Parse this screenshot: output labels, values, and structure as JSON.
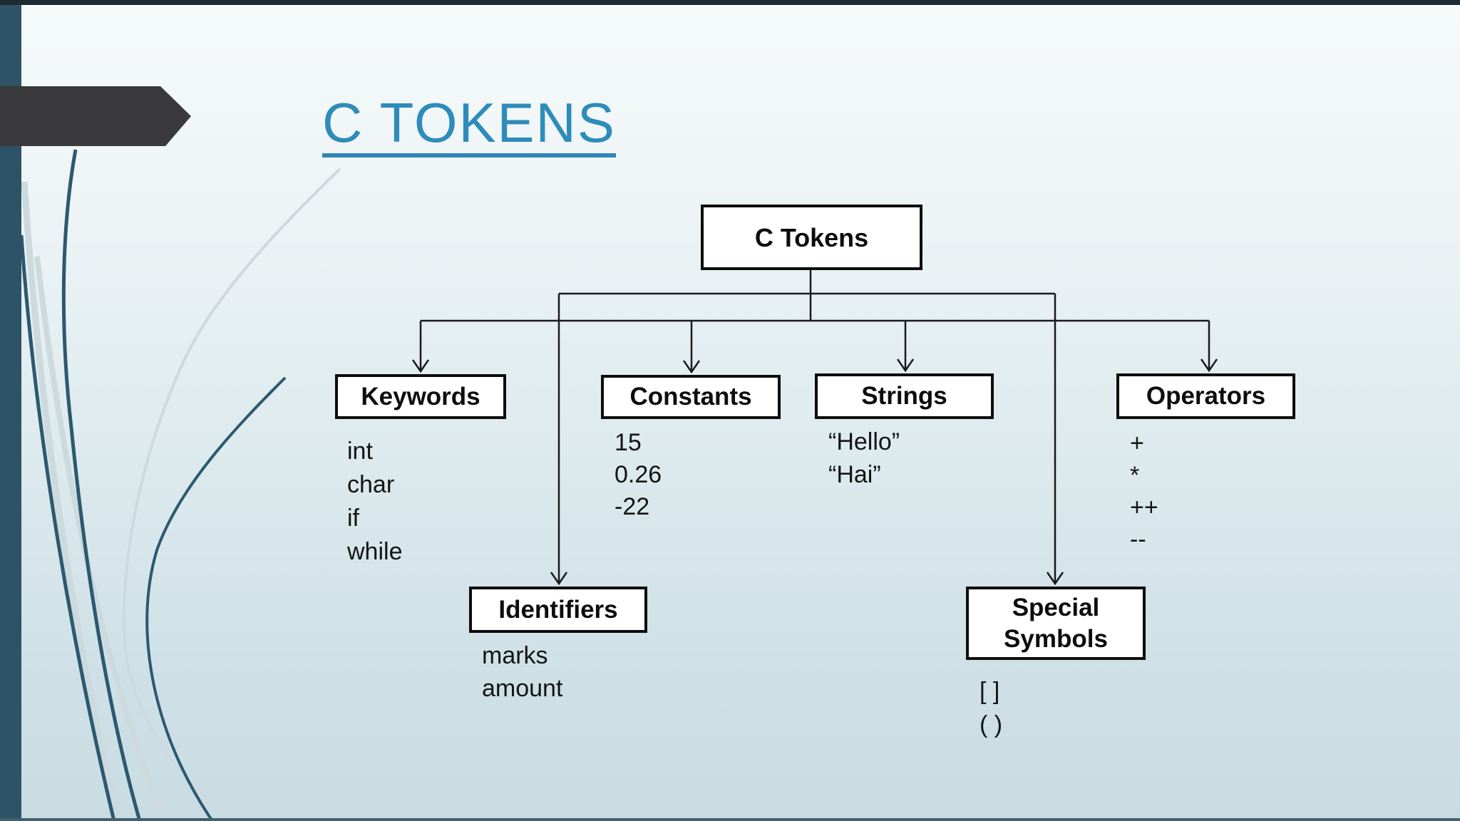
{
  "slide": {
    "title": "C TOKENS",
    "colors": {
      "title_accent": "#2e8cba",
      "sidebar_bar": "#2e5266",
      "arrow_banner": "#3a393b",
      "connector": "#1a1a1a",
      "node_border": "#0d0d0d",
      "node_fill": "#ffffff",
      "swoosh_dark": "#2b5971",
      "swoosh_light": "#ccdade",
      "background_top": "#f6fafb",
      "background_bottom": "#c9dce2"
    }
  },
  "diagram": {
    "type": "tree",
    "root": {
      "label": "C Tokens"
    },
    "children": [
      {
        "label": "Keywords",
        "items": [
          "int",
          "char",
          "if",
          "while"
        ]
      },
      {
        "label": "Constants",
        "items": [
          "15",
          "0.26",
          "-22"
        ]
      },
      {
        "label": "Strings",
        "items": [
          "“Hello”",
          "“Hai”"
        ]
      },
      {
        "label": "Operators",
        "items": [
          "+",
          "*",
          "++",
          "--"
        ]
      },
      {
        "label": "Identifiers",
        "items": [
          "marks",
          "amount"
        ]
      },
      {
        "label": "Special Symbols",
        "items": [
          "[ ]",
          "( )"
        ]
      }
    ]
  }
}
